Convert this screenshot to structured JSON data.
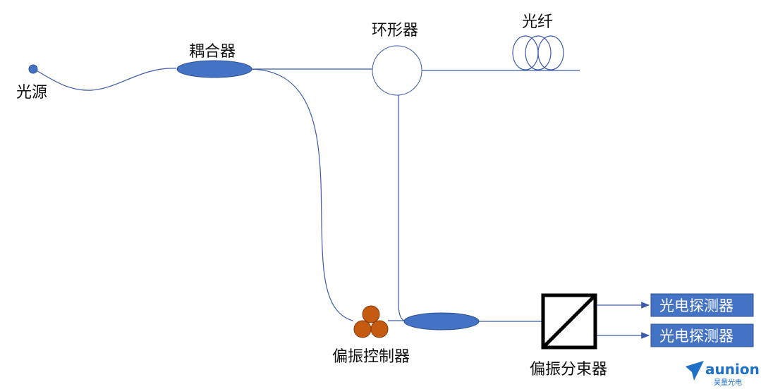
{
  "labels": {
    "light_source": "光源",
    "coupler": "耦合器",
    "circulator": "环形器",
    "fiber": "光纤",
    "polarization_controller": "偏振控制器",
    "polarization_beam_splitter": "偏振分束器"
  },
  "detectors": [
    {
      "label": "光电探测器"
    },
    {
      "label": "光电探测器"
    }
  ],
  "logo": {
    "text": "aunion",
    "subtext": "昊量光电"
  },
  "colors": {
    "fiber_line": "#3c5aa8",
    "coupler_fill": "#4472c4",
    "controller_fill": "#c55a11",
    "detector_fill": "#4472c4",
    "logo": "#1e6fc6"
  }
}
